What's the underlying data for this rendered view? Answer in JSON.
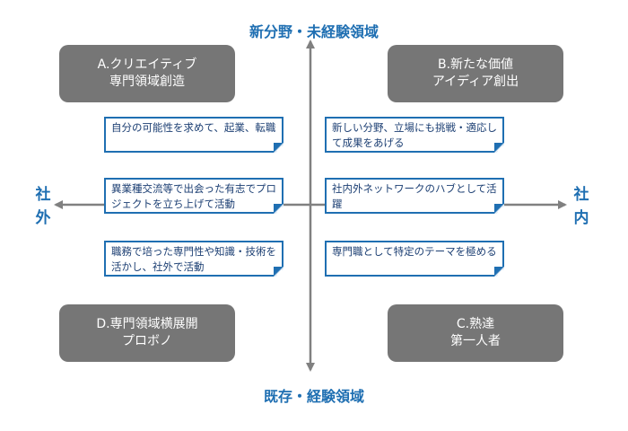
{
  "axes": {
    "top": "新分野・未経験領域",
    "bottom": "既存・経験領域",
    "left": "社外",
    "right": "社内"
  },
  "quadrants": {
    "a": {
      "line1": "A.クリエイティブ",
      "line2": "専門領域創造"
    },
    "b": {
      "line1": "B.新たな価値",
      "line2": "アイディア創出"
    },
    "c": {
      "line1": "C.熟達",
      "line2": "第一人者"
    },
    "d": {
      "line1": "D.専門領域横展開",
      "line2": "プロボノ"
    }
  },
  "notes": {
    "top_left": "自分の可能性を求めて、起業、転職",
    "middle_left": "異業種交流等で出会った有志でプロジェクトを立ち上げて活動",
    "bottom_left": "職務で培った専門性や知識・技術を活かし、社外で活動",
    "top_right": "新しい分野、立場にも挑戦・適応して成果をあげる",
    "middle_right": "社内外ネットワークのハブとして活躍",
    "bottom_right": "専門職として特定のテーマを極める"
  },
  "colors": {
    "accent": "#1f6fb2",
    "quadrant_fill": "#767676",
    "arrow": "#808080"
  }
}
